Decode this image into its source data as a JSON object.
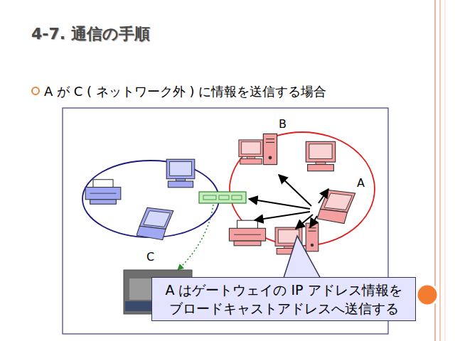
{
  "diagram": {
    "title": "4-7. 通信の手順",
    "nodes": [
      {
        "text": [
          "A はゲートウェイの IP アドレス情報を ブロードキャストアドレスへ送信する"
        ]
      }
    ],
    "labels": [
      "A が C ( ネットワーク外 ) に情報を送信する場合",
      "B",
      "A",
      "C"
    ]
  }
}
